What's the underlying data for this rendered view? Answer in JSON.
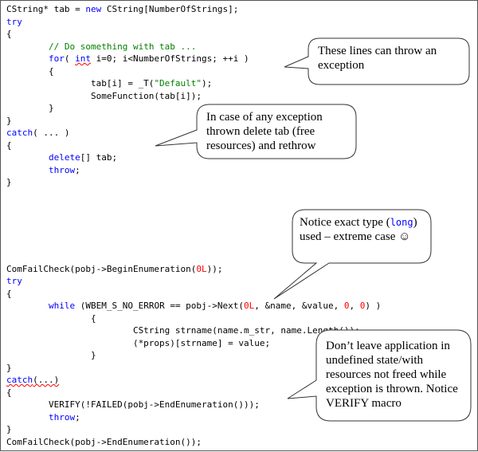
{
  "code_lines": [
    [
      {
        "t": "CString* tab = "
      },
      {
        "t": "new",
        "c": "kw"
      },
      {
        "t": " CString[NumberOfStrings];"
      }
    ],
    [
      {
        "t": "try",
        "c": "kw"
      }
    ],
    [
      {
        "t": "{"
      }
    ],
    [
      {
        "t": "        "
      },
      {
        "t": "// Do something with tab ...",
        "c": "cm"
      }
    ],
    [
      {
        "t": "        "
      },
      {
        "t": "for",
        "c": "kw"
      },
      {
        "t": "( "
      },
      {
        "t": "int",
        "c": "kw",
        "u": true
      },
      {
        "t": " i=0; i<NumberOfStrings; ++i )"
      }
    ],
    [
      {
        "t": "        {"
      }
    ],
    [
      {
        "t": "                tab[i] = _T("
      },
      {
        "t": "\"Default\"",
        "c": "str"
      },
      {
        "t": ");"
      }
    ],
    [
      {
        "t": "                SomeFunction(tab[i]);"
      }
    ],
    [
      {
        "t": "        }"
      }
    ],
    [
      {
        "t": "}"
      }
    ],
    [
      {
        "t": "catch",
        "c": "kw"
      },
      {
        "t": "( ... )"
      }
    ],
    [
      {
        "t": "{"
      }
    ],
    [
      {
        "t": "        "
      },
      {
        "t": "delete",
        "c": "kw"
      },
      {
        "t": "[] tab;"
      }
    ],
    [
      {
        "t": "        "
      },
      {
        "t": "throw",
        "c": "kw"
      },
      {
        "t": ";"
      }
    ],
    [
      {
        "t": "}"
      }
    ],
    [],
    [],
    [],
    [],
    [],
    [],
    [
      {
        "t": "ComFailCheck(pobj->BeginEnumeration("
      },
      {
        "t": "0L",
        "c": "num"
      },
      {
        "t": "));"
      }
    ],
    [
      {
        "t": "try",
        "c": "kw"
      }
    ],
    [
      {
        "t": "{"
      }
    ],
    [
      {
        "t": "        "
      },
      {
        "t": "while",
        "c": "kw"
      },
      {
        "t": " (WBEM_S_NO_ERROR == pobj->Next("
      },
      {
        "t": "0L",
        "c": "num"
      },
      {
        "t": ", &name, &value, "
      },
      {
        "t": "0",
        "c": "num"
      },
      {
        "t": ", "
      },
      {
        "t": "0",
        "c": "num"
      },
      {
        "t": ") )"
      }
    ],
    [
      {
        "t": "                {"
      }
    ],
    [
      {
        "t": "                        CString strname(name.m_str, name.Length());"
      }
    ],
    [
      {
        "t": "                        (*props)[strname] = value;"
      }
    ],
    [
      {
        "t": "                }"
      }
    ],
    [
      {
        "t": "}"
      }
    ],
    [
      {
        "t": "catch",
        "c": "kw",
        "u": true
      },
      {
        "t": "(...)",
        "u": true
      }
    ],
    [
      {
        "t": "{"
      }
    ],
    [
      {
        "t": "        VERIFY(!FAILED(pobj->EndEnumeration()));"
      }
    ],
    [
      {
        "t": "        "
      },
      {
        "t": "throw",
        "c": "kw"
      },
      {
        "t": ";"
      }
    ],
    [
      {
        "t": "}"
      }
    ],
    [
      {
        "t": "ComFailCheck(pobj->EndEnumeration());"
      }
    ]
  ],
  "callouts": {
    "throw_lines": {
      "text": "These lines can throw an exception"
    },
    "catch_rethrow": {
      "text": "In case of any exception thrown delete tab (free resources) and rethrow"
    },
    "exact_type": {
      "before": "Notice exact type (",
      "code": "long",
      "after": ") used – extreme case ☺"
    },
    "verify_macro": {
      "text": "Don’t leave application in undefined state/with resources not freed while exception is thrown. Notice VERIFY macro"
    }
  }
}
